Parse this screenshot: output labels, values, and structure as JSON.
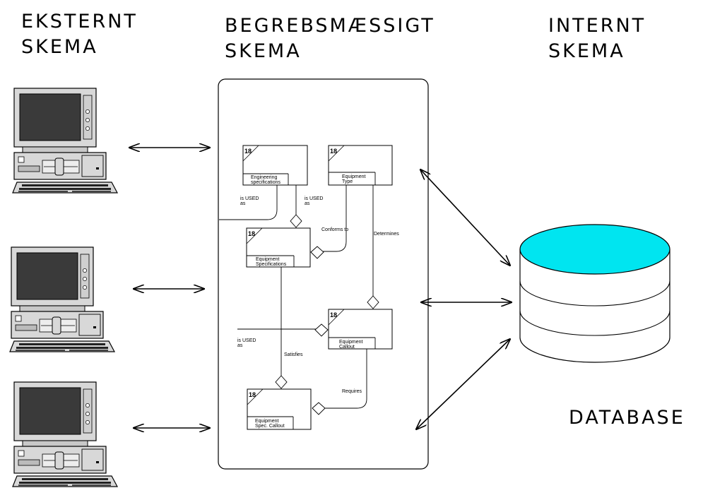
{
  "headings": {
    "external": [
      "EKSTERNT",
      "SKEMA"
    ],
    "conceptual": [
      "BEGREBSMÆSSIGT",
      "SKEMA"
    ],
    "internal": [
      "INTERNT",
      "SKEMA"
    ],
    "database": "DATABASE"
  },
  "entities": [
    {
      "id": "engineering-specifications",
      "number": "18",
      "name": [
        "Engineering",
        "specifications"
      ]
    },
    {
      "id": "equipment-type",
      "number": "18",
      "name": [
        "Equipment",
        "Type"
      ]
    },
    {
      "id": "equipment-specifications",
      "number": "18",
      "name": [
        "Equipment",
        "Specifications"
      ]
    },
    {
      "id": "equipment-callout",
      "number": "18",
      "name": [
        "Equipment",
        "Callout"
      ]
    },
    {
      "id": "equipment-spec-callout",
      "number": "18",
      "name": [
        "Equipment",
        "Spec. Callout"
      ]
    }
  ],
  "relationships": {
    "used_as_1": [
      "is USED",
      "as"
    ],
    "used_as_2": [
      "is USED",
      "as"
    ],
    "used_as_3": [
      "is USED",
      "as"
    ],
    "conforms_to": "Conforms to",
    "determines": "Determines",
    "satisfies": "Satisfies",
    "requires": "Requires"
  },
  "colors": {
    "database_top": "#00e5f0",
    "monitor_screen": "#3a3a3a",
    "computer_body": "#d8d8d8"
  }
}
